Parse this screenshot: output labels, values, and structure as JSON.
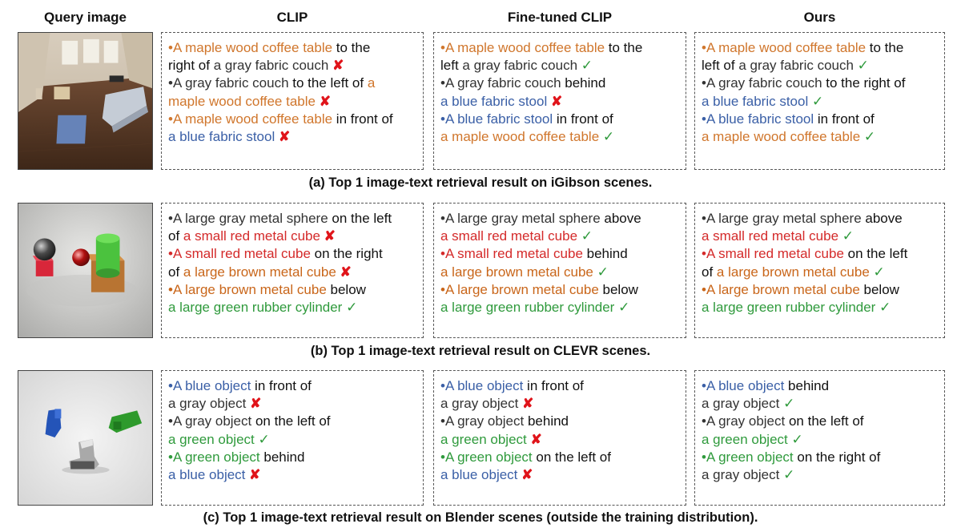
{
  "headers": {
    "query": "Query image",
    "col1": "CLIP",
    "col2": "Fine-tuned CLIP",
    "col3": "Ours"
  },
  "rows": [
    {
      "caption": "(a) Top 1 image-text retrieval result on iGibson scenes.",
      "image_name": "igibson-room-image",
      "cells": [
        [
          [
            {
              "t": "•A maple wood coffee table",
              "c": "orange"
            },
            {
              "t": " to the",
              "c": "black"
            }
          ],
          [
            {
              "t": "right of ",
              "c": "black"
            },
            {
              "t": "a gray fabric couch",
              "c": "gray"
            },
            {
              "t": " ✘",
              "c": "x"
            }
          ],
          [
            {
              "t": "•A gray fabric couch",
              "c": "gray"
            },
            {
              "t": " to the left of",
              "c": "black"
            },
            {
              "t": " a",
              "c": "orange"
            }
          ],
          [
            {
              "t": " maple wood coffee table",
              "c": "orange"
            },
            {
              "t": " ✘",
              "c": "x"
            }
          ],
          [
            {
              "t": "•A maple wood coffee table",
              "c": "orange"
            },
            {
              "t": " in front of",
              "c": "black"
            }
          ],
          [
            {
              "t": " a blue fabric stool",
              "c": "blue"
            },
            {
              "t": " ✘",
              "c": "x"
            }
          ]
        ],
        [
          [
            {
              "t": "•A maple wood coffee table",
              "c": "orange"
            },
            {
              "t": " to the",
              "c": "black"
            }
          ],
          [
            {
              "t": "left ",
              "c": "black"
            },
            {
              "t": "a gray fabric couch",
              "c": "gray"
            },
            {
              "t": " ✓",
              "c": "ck"
            }
          ],
          [
            {
              "t": "•A gray fabric couch",
              "c": "gray"
            },
            {
              "t": " behind",
              "c": "black"
            }
          ],
          [
            {
              "t": " a blue fabric stool",
              "c": "blue"
            },
            {
              "t": " ✘",
              "c": "x"
            }
          ],
          [
            {
              "t": "•A blue fabric stool",
              "c": "blue"
            },
            {
              "t": " in front of",
              "c": "black"
            }
          ],
          [
            {
              "t": " a maple wood coffee table",
              "c": "orange"
            },
            {
              "t": " ✓",
              "c": "ck"
            }
          ]
        ],
        [
          [
            {
              "t": "•A maple wood coffee table",
              "c": "orange"
            },
            {
              "t": " to the",
              "c": "black"
            }
          ],
          [
            {
              "t": "left of ",
              "c": "black"
            },
            {
              "t": "a gray fabric couch",
              "c": "gray"
            },
            {
              "t": " ✓",
              "c": "ck"
            }
          ],
          [
            {
              "t": "•A gray fabric couch",
              "c": "gray"
            },
            {
              "t": " to the right of",
              "c": "black"
            }
          ],
          [
            {
              "t": " a blue fabric stool",
              "c": "blue"
            },
            {
              "t": " ✓",
              "c": "ck"
            }
          ],
          [
            {
              "t": "•A blue fabric stool",
              "c": "blue"
            },
            {
              "t": " in front of",
              "c": "black"
            }
          ],
          [
            {
              "t": " a maple wood coffee table",
              "c": "orange"
            },
            {
              "t": " ✓",
              "c": "ck"
            }
          ]
        ]
      ]
    },
    {
      "caption": "(b) Top 1 image-text retrieval result on CLEVR scenes.",
      "image_name": "clevr-scene-image",
      "cells": [
        [
          [
            {
              "t": "•A large gray metal sphere",
              "c": "gray"
            },
            {
              "t": " on the left",
              "c": "black"
            }
          ],
          [
            {
              "t": "of ",
              "c": "black"
            },
            {
              "t": "a small red metal cube",
              "c": "red"
            },
            {
              "t": " ✘",
              "c": "x"
            }
          ],
          [
            {
              "t": "•A small red metal cube",
              "c": "red"
            },
            {
              "t": " on the right",
              "c": "black"
            }
          ],
          [
            {
              "t": "of ",
              "c": "black"
            },
            {
              "t": "a large brown metal cube",
              "c": "brown"
            },
            {
              "t": " ✘",
              "c": "x"
            }
          ],
          [
            {
              "t": "•A large brown metal cube",
              "c": "brown"
            },
            {
              "t": " below",
              "c": "black"
            }
          ],
          [
            {
              "t": " a large green rubber cylinder",
              "c": "green"
            },
            {
              "t": " ✓",
              "c": "ck"
            }
          ]
        ],
        [
          [
            {
              "t": "•A large gray metal sphere",
              "c": "gray"
            },
            {
              "t": " above",
              "c": "black"
            }
          ],
          [
            {
              "t": " a small red metal cube",
              "c": "red"
            },
            {
              "t": " ✓",
              "c": "ck"
            }
          ],
          [
            {
              "t": "•A small red metal cube",
              "c": "red"
            },
            {
              "t": " behind",
              "c": "black"
            }
          ],
          [
            {
              "t": " a large brown metal cube",
              "c": "brown"
            },
            {
              "t": " ✓",
              "c": "ck"
            }
          ],
          [
            {
              "t": "•A large brown metal cube",
              "c": "brown"
            },
            {
              "t": " below",
              "c": "black"
            }
          ],
          [
            {
              "t": " a large green rubber cylinder",
              "c": "green"
            },
            {
              "t": " ✓",
              "c": "ck"
            }
          ]
        ],
        [
          [
            {
              "t": "•A large gray metal sphere",
              "c": "gray"
            },
            {
              "t": " above",
              "c": "black"
            }
          ],
          [
            {
              "t": " a small red metal cube",
              "c": "red"
            },
            {
              "t": " ✓",
              "c": "ck"
            }
          ],
          [
            {
              "t": "•A small red metal cube",
              "c": "red"
            },
            {
              "t": " on the left",
              "c": "black"
            }
          ],
          [
            {
              "t": "of ",
              "c": "black"
            },
            {
              "t": "a large brown metal cube",
              "c": "brown"
            },
            {
              "t": " ✓",
              "c": "ck"
            }
          ],
          [
            {
              "t": "•A large brown metal cube",
              "c": "brown"
            },
            {
              "t": " below",
              "c": "black"
            }
          ],
          [
            {
              "t": " a large green rubber cylinder",
              "c": "green"
            },
            {
              "t": " ✓",
              "c": "ck"
            }
          ]
        ]
      ]
    },
    {
      "caption": "(c) Top 1 image-text retrieval result on Blender scenes (outside the training distribution).",
      "image_name": "blender-scene-image",
      "cells": [
        [
          [
            {
              "t": "•A blue object",
              "c": "blue"
            },
            {
              "t": " in front of",
              "c": "black"
            }
          ],
          [
            {
              "t": " a gray object",
              "c": "gray"
            },
            {
              "t": " ✘",
              "c": "x"
            }
          ],
          [
            {
              "t": "•A gray object",
              "c": "gray"
            },
            {
              "t": " on the left of",
              "c": "black"
            }
          ],
          [
            {
              "t": " a green object",
              "c": "green"
            },
            {
              "t": " ✓",
              "c": "ck"
            }
          ],
          [
            {
              "t": "•A green object",
              "c": "green"
            },
            {
              "t": " behind",
              "c": "black"
            }
          ],
          [
            {
              "t": " a blue object",
              "c": "blue"
            },
            {
              "t": " ✘",
              "c": "x"
            }
          ]
        ],
        [
          [
            {
              "t": "•A blue object",
              "c": "blue"
            },
            {
              "t": " in front of",
              "c": "black"
            }
          ],
          [
            {
              "t": " a gray object",
              "c": "gray"
            },
            {
              "t": " ✘",
              "c": "x"
            }
          ],
          [
            {
              "t": "•A gray object",
              "c": "gray"
            },
            {
              "t": " behind",
              "c": "black"
            }
          ],
          [
            {
              "t": " a green object",
              "c": "green"
            },
            {
              "t": " ✘",
              "c": "x"
            }
          ],
          [
            {
              "t": "•A green object",
              "c": "green"
            },
            {
              "t": " on the left of",
              "c": "black"
            }
          ],
          [
            {
              "t": " a blue object",
              "c": "blue"
            },
            {
              "t": " ✘",
              "c": "x"
            }
          ]
        ],
        [
          [
            {
              "t": "•A blue object",
              "c": "blue"
            },
            {
              "t": " behind",
              "c": "black"
            }
          ],
          [
            {
              "t": " a gray object",
              "c": "gray"
            },
            {
              "t": " ✓",
              "c": "ck"
            }
          ],
          [
            {
              "t": "•A gray object",
              "c": "gray"
            },
            {
              "t": " on the left of",
              "c": "black"
            }
          ],
          [
            {
              "t": " a green object",
              "c": "green"
            },
            {
              "t": " ✓",
              "c": "ck"
            }
          ],
          [
            {
              "t": "•A green object",
              "c": "green"
            },
            {
              "t": " on the right of",
              "c": "black"
            }
          ],
          [
            {
              "t": " a gray object",
              "c": "gray"
            },
            {
              "t": " ✓",
              "c": "ck"
            }
          ]
        ]
      ]
    }
  ]
}
